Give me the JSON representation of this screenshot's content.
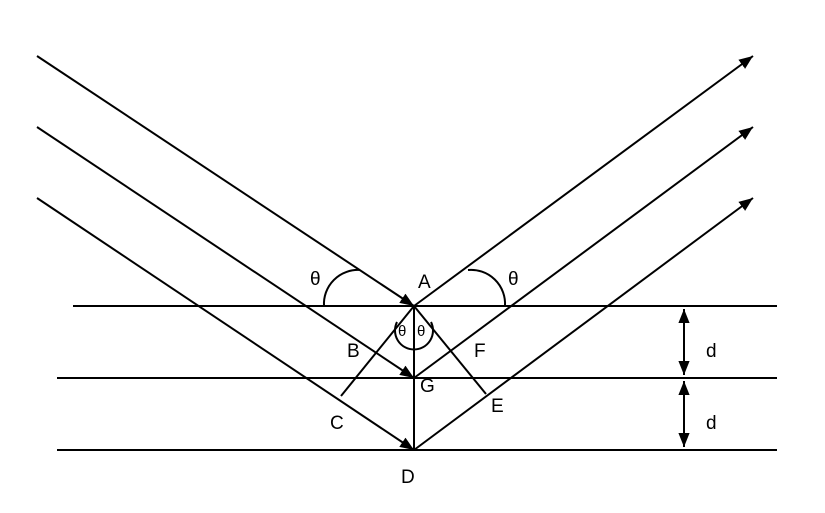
{
  "labels": {
    "theta_left": "θ",
    "theta_right": "θ",
    "theta_inner_left": "θ",
    "theta_inner_right": "θ",
    "A": "A",
    "B": "B",
    "C": "C",
    "D": "D",
    "E": "E",
    "F": "F",
    "G": "G",
    "d_upper": "d",
    "d_lower": "d"
  },
  "colors": {
    "stroke": "#000000",
    "background": "#ffffff"
  }
}
